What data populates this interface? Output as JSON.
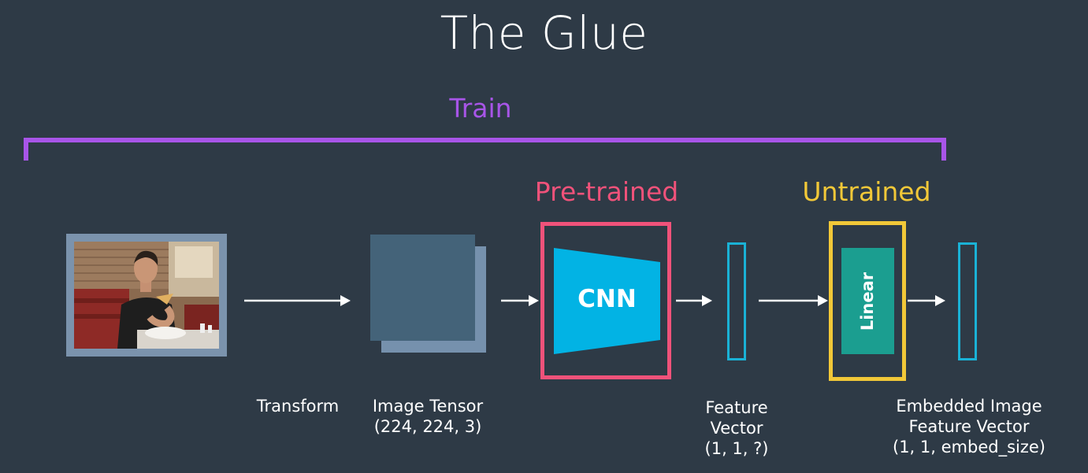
{
  "title": "The Glue",
  "train": {
    "label": "Train"
  },
  "stages": {
    "transform": {
      "caption": "Transform"
    },
    "image_tensor": {
      "caption_line1": "Image Tensor",
      "caption_line2": "(224, 224, 3)"
    },
    "pretrained": {
      "label": "Pre-trained",
      "block": "CNN"
    },
    "feature_vector": {
      "line1": "Feature",
      "line2": "Vector",
      "line3": "(1, 1, ?)"
    },
    "untrained": {
      "label": "Untrained",
      "block": "Linear"
    },
    "embedded": {
      "line1": "Embedded Image",
      "line2": "Feature Vector",
      "line3": "(1, 1, embed_size)"
    }
  },
  "colors": {
    "background": "#2e3a46",
    "train": "#a855e8",
    "pretrained": "#f0527a",
    "untrained": "#f2c838",
    "cnn": "#02b3e4",
    "linear": "#1b9e90",
    "vector": "#1ab2d6",
    "tensor_front": "#446379",
    "tensor_back": "#7691ad",
    "photo_frame": "#7b93ad"
  },
  "icons": {
    "arrow": "right-arrow-icon",
    "photo": "photo-person-eating"
  }
}
